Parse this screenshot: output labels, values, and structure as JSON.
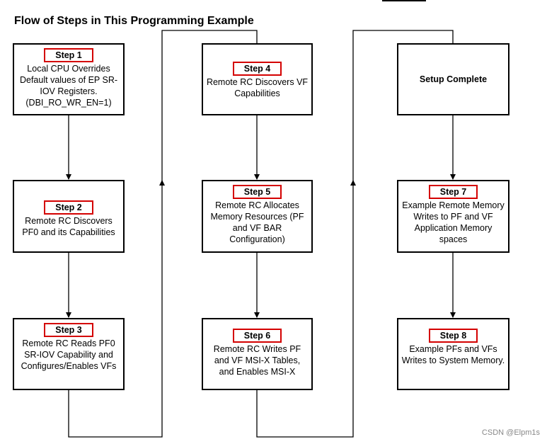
{
  "title": "Flow of Steps in This Programming Example",
  "steps": [
    {
      "label": "Step 1",
      "text": "Local CPU Overrides Default values of EP SR-IOV Registers. (DBI_RO_WR_EN=1)"
    },
    {
      "label": "Step 2",
      "text": "Remote RC Discovers PF0 and its Capabilities"
    },
    {
      "label": "Step 3",
      "text": "Remote RC Reads PF0 SR-IOV Capability and Configures/Enables VFs"
    },
    {
      "label": "Step 4",
      "text": "Remote RC Discovers VF Capabilities"
    },
    {
      "label": "Step 5",
      "text": "Remote RC Allocates Memory Resources (PF and VF BAR Configuration)"
    },
    {
      "label": "Step 6",
      "text": "Remote RC Writes PF and VF MSI-X Tables, and Enables MSI-X"
    },
    {
      "label": "Step 7",
      "text": "Example Remote Memory Writes to PF and VF Application Memory spaces"
    },
    {
      "label": "Step 8",
      "text": "Example PFs and VFs Writes to System Memory."
    }
  ],
  "setup_complete": "Setup Complete",
  "watermark": "CSDN @Elpm1s",
  "colors": {
    "highlight": "#d40000",
    "line": "#000000"
  }
}
